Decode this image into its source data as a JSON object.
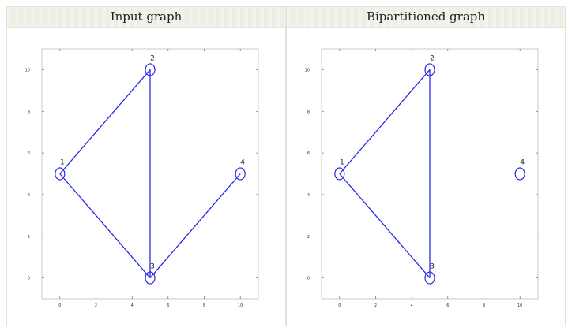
{
  "panels": [
    {
      "title": "Input graph"
    },
    {
      "title": "Bipartitioned graph"
    }
  ],
  "colors": {
    "edge": "#2828e6",
    "node": "#2828e6",
    "axis": "#555555"
  },
  "chart_data": [
    {
      "type": "scatter",
      "title": "Input graph",
      "xlabel": "",
      "ylabel": "",
      "xlim": [
        -1,
        11
      ],
      "ylim": [
        -1,
        11
      ],
      "xticks": [
        0,
        2,
        4,
        6,
        8,
        10
      ],
      "yticks": [
        0,
        2,
        4,
        6,
        8,
        10
      ],
      "grid": false,
      "nodes": [
        {
          "label": "1",
          "x": 0,
          "y": 5
        },
        {
          "label": "2",
          "x": 5,
          "y": 10
        },
        {
          "label": "3",
          "x": 5,
          "y": 0
        },
        {
          "label": "4",
          "x": 10,
          "y": 5
        }
      ],
      "edges": [
        [
          "1",
          "2"
        ],
        [
          "1",
          "3"
        ],
        [
          "2",
          "3"
        ],
        [
          "3",
          "4"
        ]
      ]
    },
    {
      "type": "scatter",
      "title": "Bipartitioned graph",
      "xlabel": "",
      "ylabel": "",
      "xlim": [
        -1,
        11
      ],
      "ylim": [
        -1,
        11
      ],
      "xticks": [
        0,
        2,
        4,
        6,
        8,
        10
      ],
      "yticks": [
        0,
        2,
        4,
        6,
        8,
        10
      ],
      "grid": false,
      "nodes": [
        {
          "label": "1",
          "x": 0,
          "y": 5
        },
        {
          "label": "2",
          "x": 5,
          "y": 10
        },
        {
          "label": "3",
          "x": 5,
          "y": 0
        },
        {
          "label": "4",
          "x": 10,
          "y": 5
        }
      ],
      "edges": [
        [
          "1",
          "2"
        ],
        [
          "1",
          "3"
        ],
        [
          "2",
          "3"
        ]
      ]
    }
  ]
}
